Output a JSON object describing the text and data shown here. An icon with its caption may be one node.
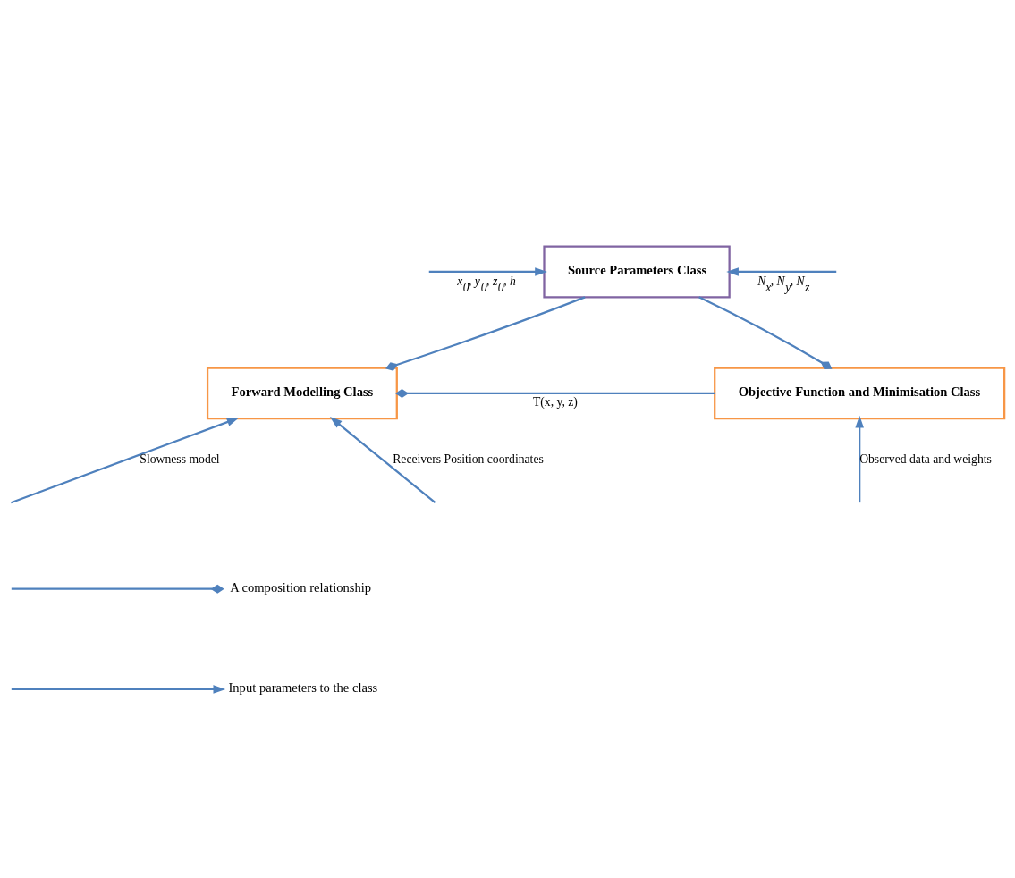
{
  "diagram": {
    "nodes": [
      {
        "text": [
          "Source Parameters Class"
        ]
      },
      {
        "text": [
          "Forward Modelling Class"
        ]
      },
      {
        "text": [
          "Objective Function and Minimisation Class"
        ]
      }
    ],
    "edges": [
      {
        "from": null,
        "to": 0,
        "arrow": "to",
        "label": "x$_{0}$, y$_{0}$, z$_{0}$, h"
      },
      {
        "from": null,
        "to": 0,
        "arrow": "to",
        "label": "N$_{x}$, N$_{y}$, N$_{z}$"
      },
      {
        "from": 0,
        "to": 1,
        "arrow": "other"
      },
      {
        "from": 0,
        "to": 2,
        "arrow": "other"
      },
      {
        "from": 2,
        "to": 1,
        "arrow": "other",
        "label": "T(x, y, z)"
      },
      {
        "from": null,
        "to": 1,
        "arrow": "to",
        "label": "Slowness model"
      },
      {
        "from": null,
        "to": 1,
        "arrow": "to",
        "label": "Receivers Position coordinates"
      },
      {
        "from": null,
        "to": 2,
        "arrow": "to",
        "label": "Observed data and weights"
      }
    ],
    "legend": [
      {
        "text": "A composition relationship"
      },
      {
        "text": "Input parameters to the class"
      }
    ]
  }
}
